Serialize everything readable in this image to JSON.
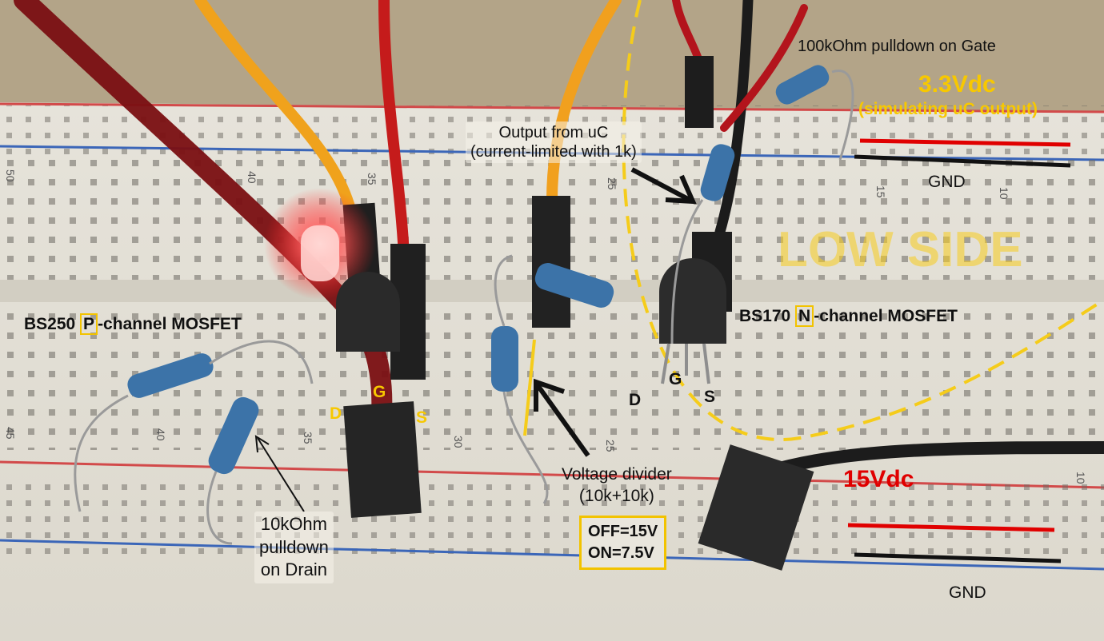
{
  "labels": {
    "gate_pulldown": "100kOhm pulldown on Gate",
    "v33": "3.3Vdc",
    "v33_note": "(simulating uC output)",
    "gnd_top": "GND",
    "uc_line1": "Output from uC",
    "uc_line2": "(current-limited with 1k)",
    "low_side": "LOW SIDE",
    "bs250_a": "BS250 ",
    "bs250_p": "P",
    "bs250_b": "-channel MOSFET",
    "bs170_a": "BS170 ",
    "bs170_n": "N",
    "bs170_b": "-channel MOSFET",
    "pin_d_left": "D",
    "pin_g_left": "G",
    "pin_s_left": "S",
    "pin_d_right": "D",
    "pin_g_right": "G",
    "pin_s_right": "S",
    "drain_l1": "10kOhm",
    "drain_l2": "pulldown",
    "drain_l3": "on Drain",
    "divider_l1": "Voltage divider",
    "divider_l2": "(10k+10k)",
    "off": "OFF=15V",
    "on": "ON=7.5V",
    "v15": "15Vdc",
    "gnd_bottom": "GND"
  },
  "breadboard_numbers": {
    "top": [
      "50",
      "40",
      "35",
      "25",
      "15",
      "10"
    ],
    "bottom": [
      "45",
      "40",
      "35",
      "30",
      "25",
      "10"
    ]
  },
  "colors": {
    "annotation_yellow": "#f7c800",
    "positive_rail": "#e00000",
    "ground_rail": "#111111",
    "led_glow": "#ff3b3b"
  }
}
